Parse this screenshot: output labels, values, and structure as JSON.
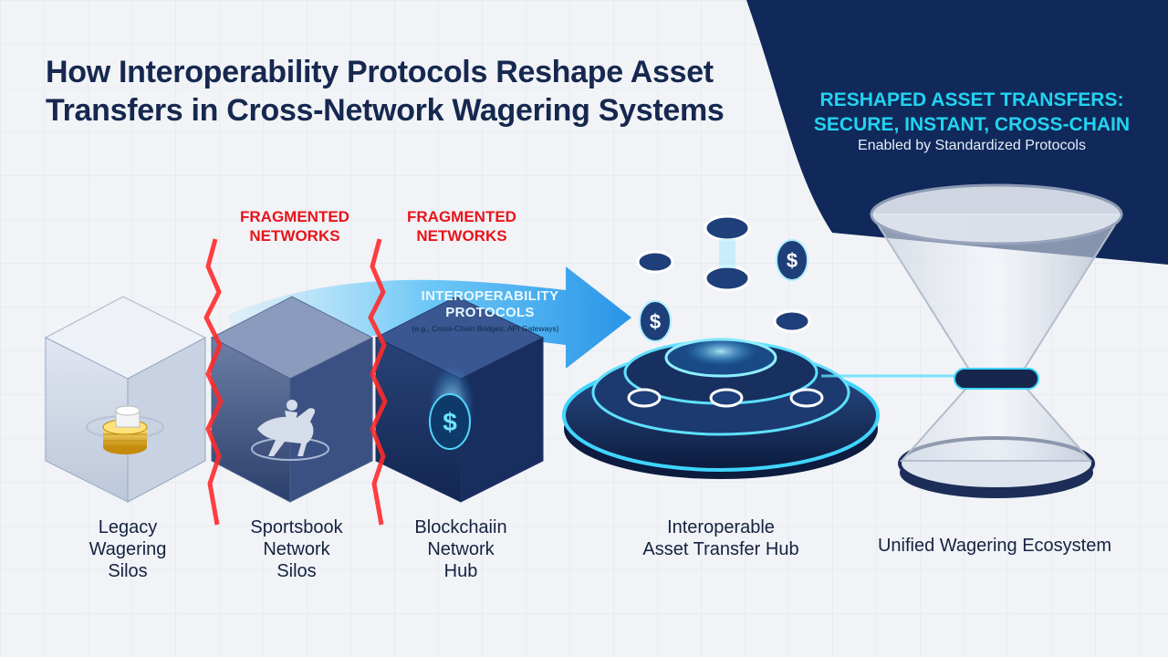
{
  "title": {
    "line1": "How Interoperability Protocols Reshape Asset",
    "line2": "Transfers in Cross-Network Wagering Systems"
  },
  "banner": {
    "line1": "RESHAPED ASSET TRANSFERS:",
    "line2": "SECURE, INSTANT, CROSS-CHAIN",
    "subtitle": "Enabled by Standardized Protocols"
  },
  "fragments": [
    {
      "line1": "FRAGMENTED",
      "line2": "NETWORKS"
    },
    {
      "line1": "FRAGMENTED",
      "line2": "NETWORKS"
    }
  ],
  "protocol_arrow": {
    "line1": "INTEROPERABILITY",
    "line2": "PROTOCOLS",
    "subtitle": "(e.g., Cross-Chain Bridges, API Gateways)"
  },
  "stages": {
    "legacy": {
      "line1": "Legacy",
      "line2": "Wagering",
      "line3": "Silos"
    },
    "sportsbook": {
      "line1": "Sportsbook",
      "line2": "Network",
      "line3": "Silos"
    },
    "blockchain": {
      "line1": "Blockchaiin",
      "line2": "Network",
      "line3": "Hub"
    },
    "hub": {
      "line1": "Interoperable",
      "line2": "Asset Transfer Hub"
    },
    "unified": {
      "line1": "Unified Wagering Ecosystem"
    }
  },
  "icons": {
    "legacy": "chip-stack-icon",
    "sportsbook": "racehorse-icon",
    "blockchain": "dollar-coin-icon",
    "hub": "poker-chip-icon",
    "unified": "hourglass-funnel-icon"
  },
  "colors": {
    "title": "#16284f",
    "banner_bg": "#10295a",
    "banner_accent": "#22d3f0",
    "fragment_red": "#e8141a",
    "glow_cyan": "#3fd5ff",
    "chip_gold": "#e9b820"
  }
}
